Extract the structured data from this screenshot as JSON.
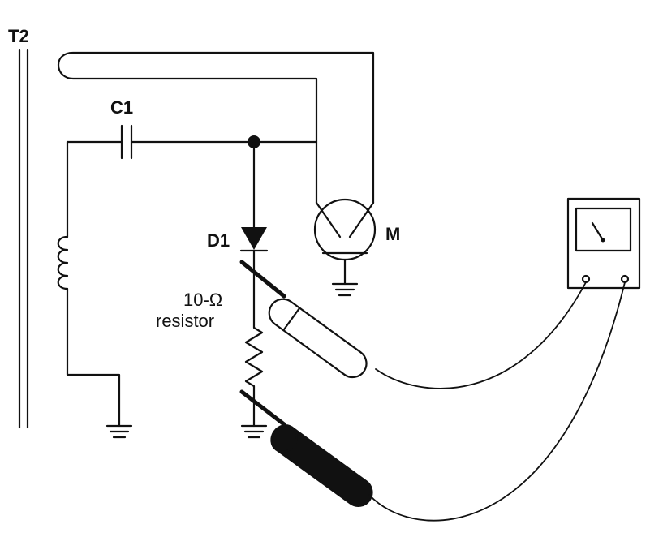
{
  "labels": {
    "transformer": "T2",
    "capacitor": "C1",
    "diode": "D1",
    "resistor_value": "10-Ω",
    "resistor_word": "resistor",
    "tube": "M"
  }
}
